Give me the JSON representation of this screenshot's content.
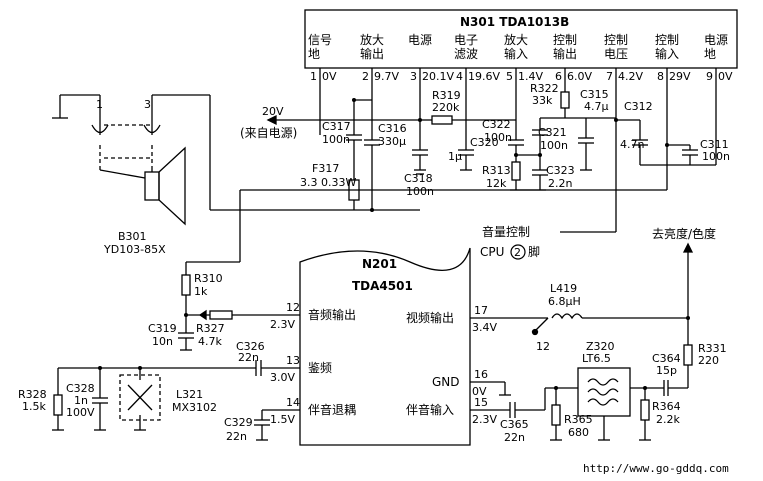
{
  "n301": {
    "title": "N301  TDA1013B",
    "pins": [
      {
        "num": "1",
        "label1": "信号",
        "label2": "地",
        "voltage": "0V"
      },
      {
        "num": "2",
        "label1": "放大",
        "label2": "输出",
        "voltage": "9.7V"
      },
      {
        "num": "3",
        "label1": "电源",
        "label2": "",
        "voltage": "20.1V"
      },
      {
        "num": "4",
        "label1": "电子",
        "label2": "滤波",
        "voltage": "19.6V"
      },
      {
        "num": "5",
        "label1": "放大",
        "label2": "输入",
        "voltage": "1.4V"
      },
      {
        "num": "6",
        "label1": "控制",
        "label2": "输出",
        "voltage": "6.0V"
      },
      {
        "num": "7",
        "label1": "控制",
        "label2": "电压",
        "voltage": "4.2V"
      },
      {
        "num": "8",
        "label1": "控制",
        "label2": "输入",
        "voltage": "29V"
      },
      {
        "num": "9",
        "label1": "电源",
        "label2": "地",
        "voltage": "0V"
      }
    ]
  },
  "supply": {
    "voltage": "20V",
    "source": "(来自电源)"
  },
  "speaker": {
    "ref": "B301",
    "model": "YD103-85X",
    "pin1": "1",
    "pin3": "3"
  },
  "components": {
    "F317": {
      "ref": "F317",
      "value": "3.3  0.33W"
    },
    "C317": {
      "ref": "C317",
      "value": "100n"
    },
    "C316": {
      "ref": "C316",
      "value": "330μ"
    },
    "R319": {
      "ref": "R319",
      "value": "220k"
    },
    "C318": {
      "ref": "C318",
      "value": "100n"
    },
    "C320": {
      "ref": "C320",
      "value": "1μ"
    },
    "C322": {
      "ref": "C322",
      "value": "100n"
    },
    "R322": {
      "ref": "R322",
      "value": "33k"
    },
    "C321": {
      "ref": "C321",
      "value": "100n"
    },
    "C315": {
      "ref": "C315",
      "value": "4.7μ"
    },
    "C312": {
      "ref": "C312",
      "value": "4.7n"
    },
    "C311": {
      "ref": "C311",
      "value": "100n"
    },
    "R313": {
      "ref": "R313",
      "value": "12k"
    },
    "C323": {
      "ref": "C323",
      "value": "2.2n"
    },
    "R310": {
      "ref": "R310",
      "value": "1k"
    },
    "C319": {
      "ref": "C319",
      "value": "10n"
    },
    "R327": {
      "ref": "R327",
      "value": "4.7k"
    },
    "C326": {
      "ref": "C326",
      "value": "22n"
    },
    "R328": {
      "ref": "R328",
      "value": "1.5k"
    },
    "C328": {
      "ref": "C328",
      "value": "1n"
    },
    "C328v": {
      "value": "100V"
    },
    "L321": {
      "ref": "L321",
      "value": "MX3102"
    },
    "C329": {
      "ref": "C329",
      "value": "22n"
    },
    "L419": {
      "ref": "L419",
      "value": "6.8μH"
    },
    "Z320": {
      "ref": "Z320",
      "value": "LT6.5"
    },
    "C364": {
      "ref": "C364",
      "value": "15p"
    },
    "R331": {
      "ref": "R331",
      "value": "220"
    },
    "R365": {
      "ref": "R365",
      "value": "680"
    },
    "R364": {
      "ref": "R364",
      "value": "2.2k"
    },
    "C365": {
      "ref": "C365",
      "value": "22n"
    }
  },
  "n201": {
    "ref": "N201",
    "model": "TDA4501",
    "pins": {
      "p12": {
        "num": "12",
        "label": "音频输出",
        "voltage": "2.3V"
      },
      "p13": {
        "num": "13",
        "label": "鉴频",
        "voltage": "3.0V"
      },
      "p14": {
        "num": "14",
        "label": "伴音退耦",
        "voltage": "1.5V"
      },
      "p17": {
        "num": "17",
        "label": "视频输出",
        "voltage": "3.4V"
      },
      "p16": {
        "num": "16",
        "label": "GND",
        "voltage": "0V"
      },
      "p15": {
        "num": "15",
        "label": "伴音输入",
        "voltage": "2.3V"
      }
    }
  },
  "labels": {
    "volume": "音量控制",
    "cpu_a": "CPU",
    "cpu_pin": "2",
    "cpu_b": "脚",
    "to_brightness": "去亮度/色度",
    "node12": "12",
    "url": "http://www.go-gddq.com"
  }
}
